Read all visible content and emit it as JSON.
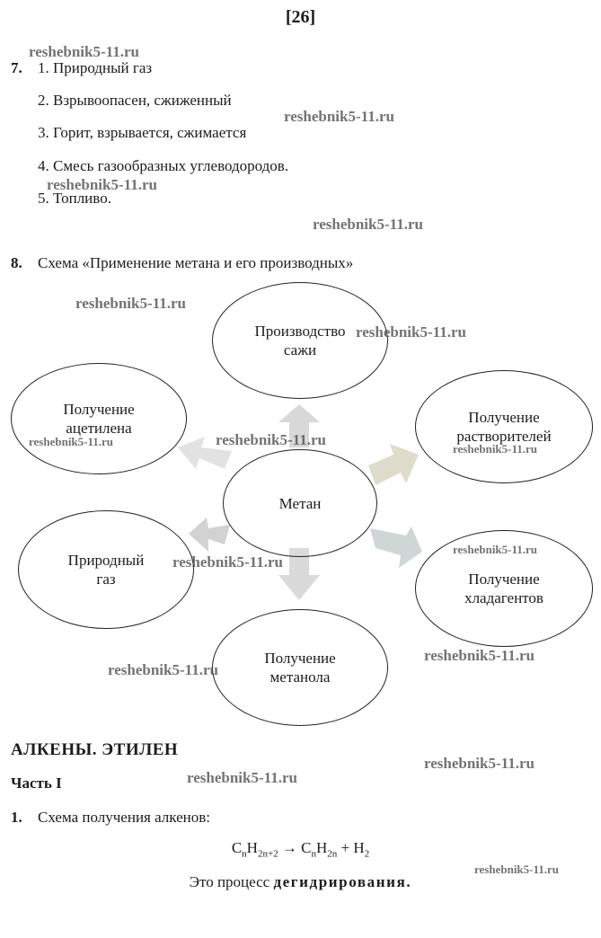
{
  "page_number": "[26]",
  "watermark": "reshebnik5-11.ru",
  "q7": {
    "number": "7.",
    "items": [
      "1. Природный газ",
      "2. Взрывоопасен, сжиженный",
      "3. Горит, взрывается, сжимается",
      "4. Смесь газообразных углеводородов.",
      "5. Топливо."
    ]
  },
  "q8": {
    "number": "8.",
    "title": "Схема «Применение метана и его производных»",
    "center": "Метан",
    "nodes": {
      "top": "Производство\nсажи",
      "top_left": "Получение\nацетилена",
      "top_right": "Получение\nрастворителей",
      "bottom_left": "Природный\nгаз",
      "bottom_right": "Получение\nхладагентов",
      "bottom": "Получение\nметанола"
    }
  },
  "section": {
    "title": "АЛКЕНЫ. ЭТИЛЕН",
    "part": "Часть I"
  },
  "q1": {
    "number": "1.",
    "title": "Схема получения алкенов:",
    "formula": {
      "c1": "C",
      "s1": "n",
      "h1": "H",
      "s2": "2n+2",
      "arrow": "→",
      "c2": "C",
      "s3": "n",
      "h2": "H",
      "s4": "2n",
      "plus": "+ H",
      "s5": "2"
    },
    "process_prefix": "Это процесс",
    "process_word": "дегидрирования."
  },
  "colors": {
    "arrow_top": "#d8d8d8",
    "arrow_left": "#e2e2e2",
    "arrow_right_up": "#e0dccb",
    "arrow_right_down": "#cfd7d6",
    "arrow_bottom_left": "#d2d2d2",
    "arrow_bottom": "#dadada"
  }
}
